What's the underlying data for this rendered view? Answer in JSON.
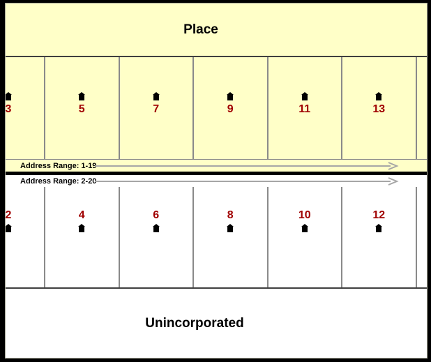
{
  "title": "Address range diagram",
  "place": {
    "label": "Place"
  },
  "unincorporated": {
    "label": "Unincorporated"
  },
  "address_ranges": [
    {
      "label": "Address Range: 1-19"
    },
    {
      "label": "Address Range: 2-20"
    }
  ],
  "upper_parcels": {
    "numbers": [
      "3",
      "5",
      "7",
      "9",
      "11",
      "13"
    ]
  },
  "lower_parcels": {
    "numbers": [
      "2",
      "4",
      "6",
      "8",
      "10",
      "12"
    ]
  },
  "icons": {
    "house": "house-icon",
    "arrow": "right-arrow-icon"
  },
  "colors": {
    "parcel_yellow": "#FFFFC8",
    "number_red": "#A00000",
    "arrow_gray": "#A6A6A6",
    "parcel_line_gray": "#8A8A8A",
    "street_black": "#000000",
    "frame_black": "#000000"
  }
}
